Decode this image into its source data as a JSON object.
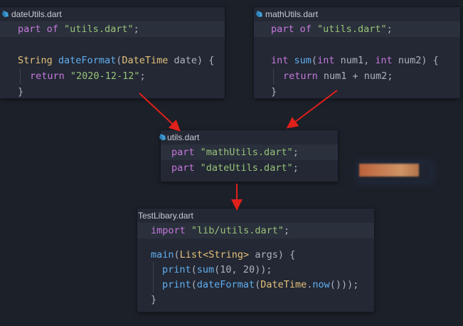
{
  "panels": {
    "date_utils": {
      "title": "dateUtils.dart",
      "lines": {
        "l1": {
          "kw": "part of",
          "str": "\"utils.dart\"",
          "end": ";"
        },
        "l3": {
          "ty": "String",
          "fn": "dateFormat",
          "open": "(",
          "ty2": "DateTime",
          "rest": " date) {"
        },
        "l4": {
          "kw": "return",
          "str": "\"2020-12-12\"",
          "end": ";"
        },
        "l5": {
          "text": "}"
        }
      }
    },
    "math_utils": {
      "title": "mathUtils.dart",
      "lines": {
        "l1": {
          "kw": "part of",
          "str": "\"utils.dart\"",
          "end": ";"
        },
        "l3": {
          "ty": "int",
          "fn": "sum",
          "open": "(",
          "ty2": "int",
          "mid": " num1, ",
          "ty3": "int",
          "rest": " num2) {"
        },
        "l4": {
          "kw": "return",
          "rest": " num1 + num2;"
        },
        "l5": {
          "text": "}"
        }
      }
    },
    "utils": {
      "title": "utils.dart",
      "lines": {
        "l1": {
          "kw": "part",
          "str": "\"mathUtils.dart\"",
          "end": ";"
        },
        "l2": {
          "kw": "part",
          "str": "\"dateUtils.dart\"",
          "end": ";"
        }
      }
    },
    "test_library": {
      "title": "TestLibary.dart",
      "lines": {
        "l1": {
          "kw": "import",
          "str": "\"lib/utils.dart\"",
          "end": ";"
        },
        "l3": {
          "fn": "main",
          "open": "(",
          "ty": "List<String>",
          "rest": " args) {"
        },
        "l4": {
          "fn": "print",
          "open": "(",
          "fn2": "sum",
          "rest": "(10, 20));"
        },
        "l5": {
          "fn": "print",
          "open": "(",
          "fn2": "dateFormat",
          "open2": "(",
          "ty": "DateTime",
          "dot": ".",
          "fn3": "now",
          "rest": "()));"
        },
        "l6": {
          "text": "}"
        }
      }
    }
  },
  "colors": {
    "keyword": "#c678dd",
    "string": "#98c379",
    "type": "#e5c07b",
    "function": "#61afef",
    "plain": "#abb2bf",
    "arrow": "#e0201b"
  },
  "icons": {
    "file_icon": "dart-icon"
  }
}
